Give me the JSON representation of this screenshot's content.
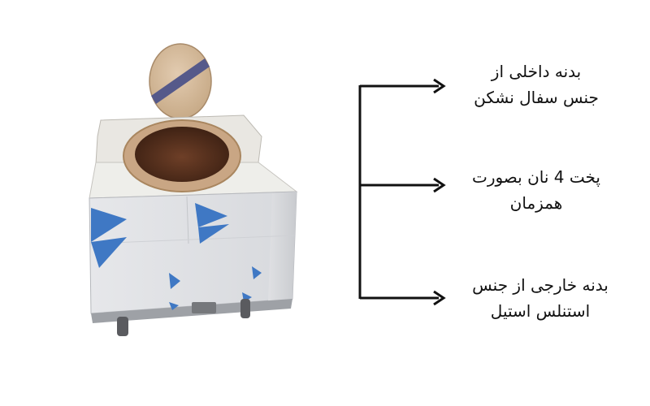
{
  "labels": [
    {
      "lines": [
        "بدنه داخلی از",
        "جنس سفال نشکن"
      ]
    },
    {
      "lines": [
        "پخت 4 نان بصورت",
        "همزمان"
      ]
    },
    {
      "lines": [
        "بدنه خارجی از جنس",
        "استنلس استیل"
      ]
    }
  ],
  "colors": {
    "background": "#ffffff",
    "steel": "#e2e3e6",
    "clay": "#c9a684",
    "accent_blue": "#3f78c4",
    "text": "#111111",
    "line": "#111111"
  }
}
